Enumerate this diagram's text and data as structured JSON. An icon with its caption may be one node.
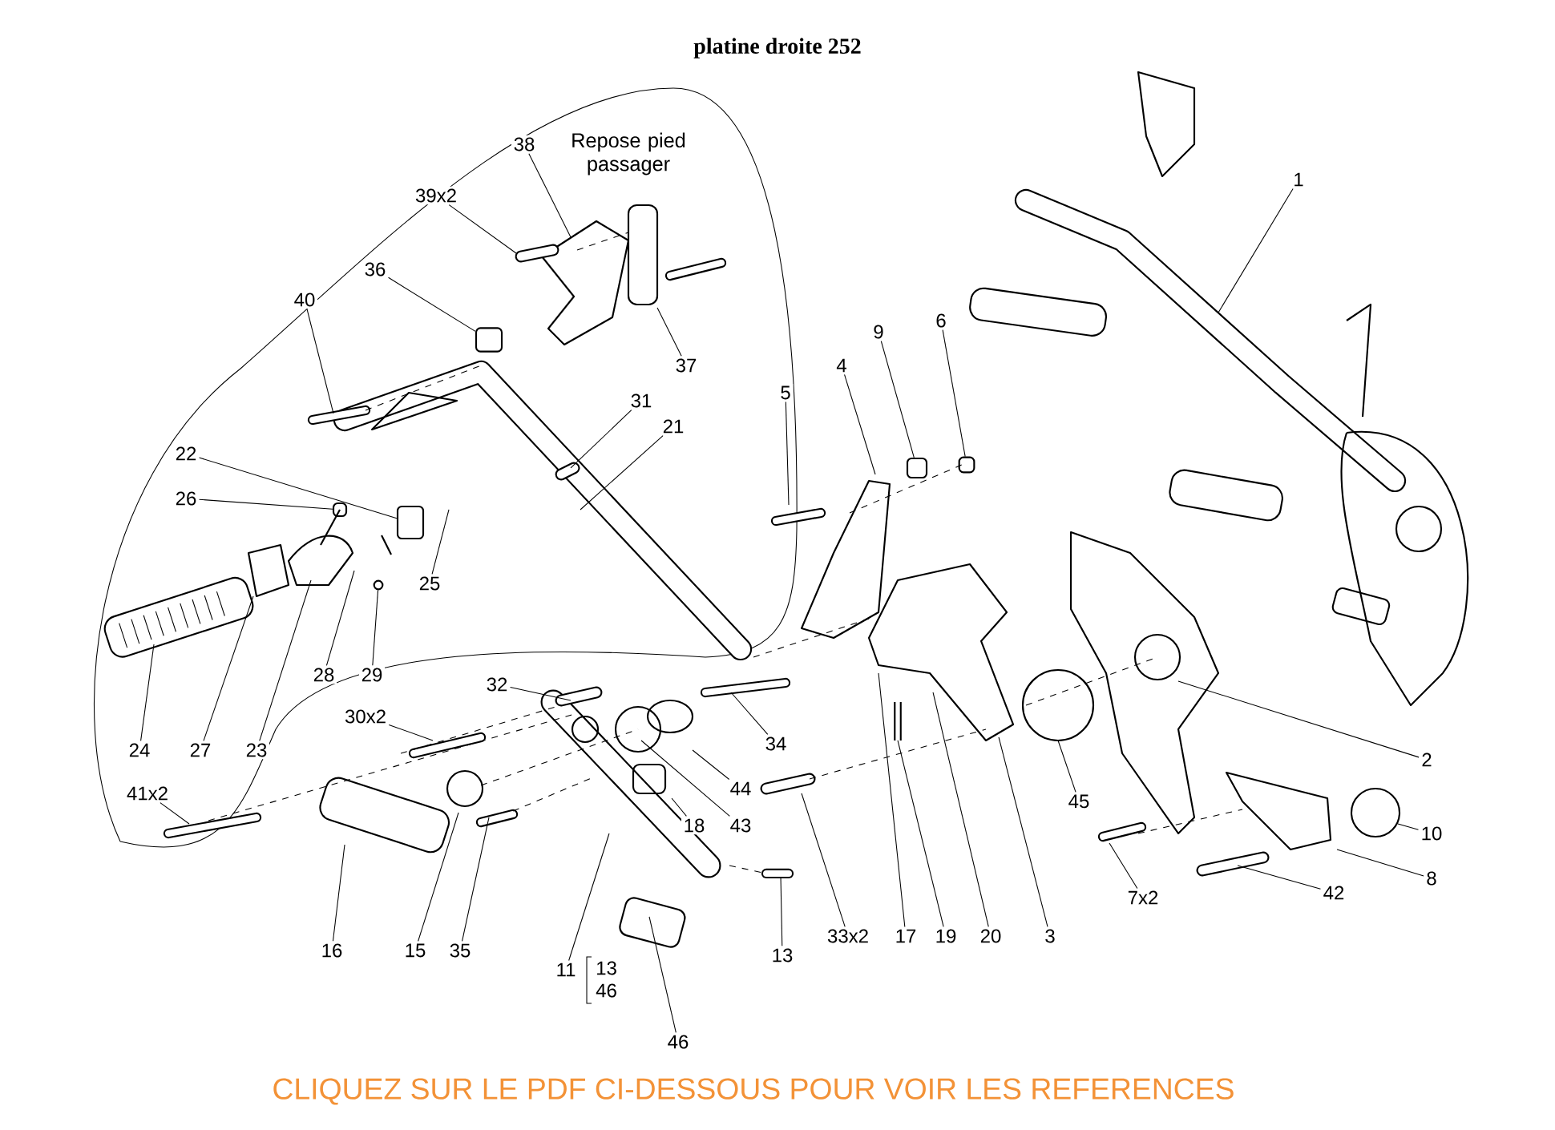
{
  "diagram": {
    "title": "platine droite 252",
    "caption": "CLIQUEZ SUR LE PDF CI-DESSOUS POUR VOIR LES REFERENCES",
    "nodes": [
      {
        "text": [
          "1"
        ]
      },
      {
        "text": [
          "38"
        ]
      },
      {
        "text": [
          "39x2"
        ]
      },
      {
        "text": [
          "36"
        ]
      },
      {
        "text": [
          "37"
        ]
      },
      {
        "text": [
          "40"
        ]
      },
      {
        "text": [
          "31"
        ]
      },
      {
        "text": [
          "21"
        ]
      },
      {
        "text": [
          "22"
        ]
      },
      {
        "text": [
          "26"
        ]
      },
      {
        "text": [
          "25"
        ]
      },
      {
        "text": [
          "28"
        ]
      },
      {
        "text": [
          "29"
        ]
      },
      {
        "text": [
          "24"
        ]
      },
      {
        "text": [
          "27"
        ]
      },
      {
        "text": [
          "23"
        ]
      },
      {
        "text": [
          "5"
        ]
      },
      {
        "text": [
          "4"
        ]
      },
      {
        "text": [
          "9"
        ]
      },
      {
        "text": [
          "6"
        ]
      },
      {
        "text": [
          "2"
        ]
      },
      {
        "text": [
          "45"
        ]
      },
      {
        "text": [
          "10"
        ]
      },
      {
        "text": [
          "8"
        ]
      },
      {
        "text": [
          "42"
        ]
      },
      {
        "text": [
          "7x2"
        ]
      },
      {
        "text": [
          "32"
        ]
      },
      {
        "text": [
          "30x2"
        ]
      },
      {
        "text": [
          "34"
        ]
      },
      {
        "text": [
          "44"
        ]
      },
      {
        "text": [
          "43"
        ]
      },
      {
        "text": [
          "18"
        ]
      },
      {
        "text": [
          "41x2"
        ]
      },
      {
        "text": [
          "16"
        ]
      },
      {
        "text": [
          "15"
        ]
      },
      {
        "text": [
          "35"
        ]
      },
      {
        "text": [
          "11"
        ]
      },
      {
        "text": [
          "46"
        ]
      },
      {
        "text": [
          "13"
        ]
      },
      {
        "text": [
          "33x2"
        ]
      },
      {
        "text": [
          "17"
        ]
      },
      {
        "text": [
          "19"
        ]
      },
      {
        "text": [
          "20"
        ]
      },
      {
        "text": [
          "3"
        ]
      },
      {
        "text": [],
        "shape": "box"
      },
      {
        "text": [],
        "shape": "box"
      },
      {
        "text": [],
        "shape": "box"
      },
      {
        "text": [],
        "shape": "box"
      },
      {
        "text": [],
        "shape": "box"
      },
      {
        "text": [],
        "shape": "box"
      }
    ],
    "edges": [
      {
        "from": 0,
        "to": null,
        "arrow": "none"
      },
      {
        "from": 1,
        "to": null,
        "arrow": "none"
      },
      {
        "from": 2,
        "to": null,
        "arrow": "none"
      },
      {
        "from": 3,
        "to": 44,
        "arrow": "none"
      },
      {
        "from": 4,
        "to": null,
        "arrow": "none"
      },
      {
        "from": 5,
        "to": null,
        "arrow": "none"
      },
      {
        "from": 6,
        "to": null,
        "arrow": "none"
      },
      {
        "from": 7,
        "to": null,
        "arrow": "none"
      },
      {
        "from": 8,
        "to": 45,
        "arrow": "none"
      },
      {
        "from": 9,
        "to": 46,
        "arrow": "none"
      },
      {
        "from": 10,
        "to": null,
        "arrow": "none"
      },
      {
        "from": 11,
        "to": null,
        "arrow": "none"
      },
      {
        "from": 12,
        "to": 47,
        "arrow": "none"
      },
      {
        "from": 13,
        "to": null,
        "arrow": "none"
      },
      {
        "from": 14,
        "to": null,
        "arrow": "none"
      },
      {
        "from": 15,
        "to": null,
        "arrow": "none"
      },
      {
        "from": 16,
        "to": null,
        "arrow": "none"
      },
      {
        "from": 17,
        "to": null,
        "arrow": "none"
      },
      {
        "from": 18,
        "to": 48,
        "arrow": "none"
      },
      {
        "from": 19,
        "to": 49,
        "arrow": "none"
      },
      {
        "from": 20,
        "to": null,
        "arrow": "none"
      },
      {
        "from": 21,
        "to": null,
        "arrow": "none"
      },
      {
        "from": 22,
        "to": null,
        "arrow": "none"
      },
      {
        "from": 23,
        "to": null,
        "arrow": "none"
      },
      {
        "from": 24,
        "to": null,
        "arrow": "none"
      },
      {
        "from": 25,
        "to": null,
        "arrow": "none"
      },
      {
        "from": 26,
        "to": null,
        "arrow": "none"
      },
      {
        "from": 27,
        "to": null,
        "arrow": "none"
      },
      {
        "from": 28,
        "to": null,
        "arrow": "none"
      },
      {
        "from": 29,
        "to": null,
        "arrow": "none"
      },
      {
        "from": 30,
        "to": null,
        "arrow": "none"
      },
      {
        "from": 31,
        "to": null,
        "arrow": "none"
      },
      {
        "from": 32,
        "to": null,
        "arrow": "none"
      },
      {
        "from": 33,
        "to": null,
        "arrow": "none"
      },
      {
        "from": 34,
        "to": null,
        "arrow": "none"
      },
      {
        "from": 35,
        "to": null,
        "arrow": "none"
      },
      {
        "from": 36,
        "to": null,
        "arrow": "none"
      },
      {
        "from": 37,
        "to": null,
        "arrow": "none"
      },
      {
        "from": 38,
        "to": null,
        "arrow": "none"
      },
      {
        "from": 39,
        "to": null,
        "arrow": "none"
      },
      {
        "from": 40,
        "to": null,
        "arrow": "none"
      },
      {
        "from": 41,
        "to": null,
        "arrow": "none"
      },
      {
        "from": 42,
        "to": null,
        "arrow": "none"
      },
      {
        "from": 43,
        "to": null,
        "arrow": "none"
      }
    ],
    "labels": [
      "Repose pied passager",
      "13",
      "46"
    ]
  }
}
